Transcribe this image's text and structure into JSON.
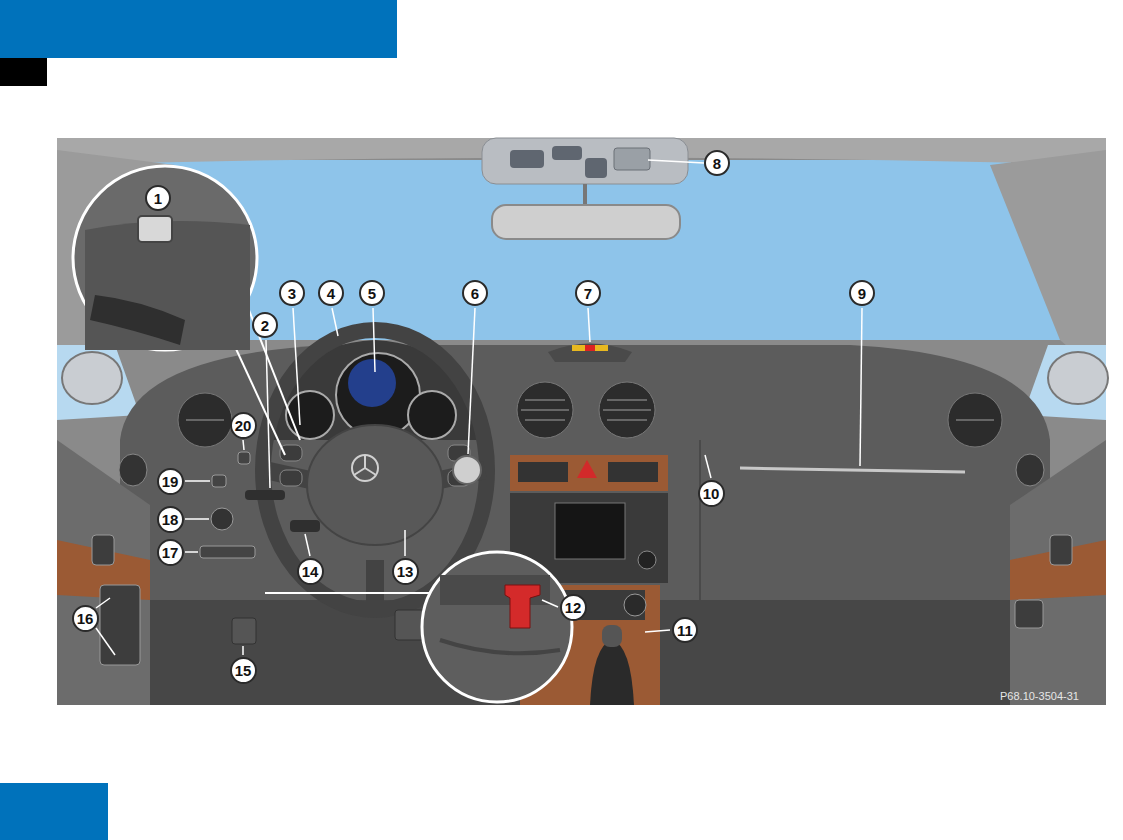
{
  "diagram": {
    "nodes": [
      {
        "text": [
          "8"
        ]
      },
      {
        "text": [
          "1"
        ]
      },
      {
        "text": [
          "3"
        ]
      },
      {
        "text": [
          "4"
        ]
      },
      {
        "text": [
          "5"
        ]
      },
      {
        "text": [
          "6"
        ]
      },
      {
        "text": [
          "7"
        ]
      },
      {
        "text": [
          "9"
        ]
      },
      {
        "text": [
          "2"
        ]
      },
      {
        "text": [
          "20"
        ]
      },
      {
        "text": [
          "19"
        ]
      },
      {
        "text": [
          "10"
        ]
      },
      {
        "text": [
          "18"
        ]
      },
      {
        "text": [
          "17"
        ]
      },
      {
        "text": [
          "14"
        ]
      },
      {
        "text": [
          "13"
        ]
      },
      {
        "text": [
          "12"
        ]
      },
      {
        "text": [
          "16"
        ]
      },
      {
        "text": [
          "11"
        ]
      },
      {
        "text": [
          "15"
        ]
      }
    ],
    "labels": [
      "P68.10-3504-31"
    ]
  }
}
